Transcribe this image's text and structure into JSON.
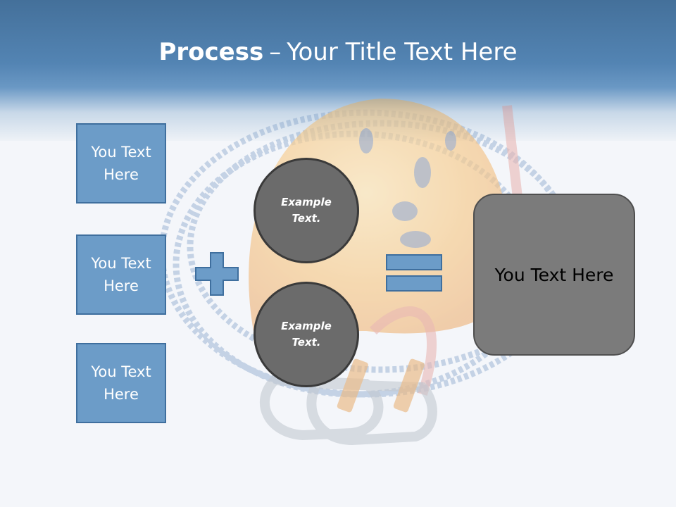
{
  "title": {
    "bold": "Process",
    "separator": "–",
    "rest": "Your Title Text Here"
  },
  "left_boxes": [
    {
      "text": "You Text Here"
    },
    {
      "text": "You Text Here"
    },
    {
      "text": "You Text Here"
    }
  ],
  "circles": [
    {
      "text": "Example Text."
    },
    {
      "text": "Example Text."
    }
  ],
  "result": {
    "text": "You Text Here"
  },
  "operators": {
    "plus_icon": "plus-icon",
    "equals_icon": "equals-icon"
  },
  "colors": {
    "header_blue": "#5384b3",
    "box_blue": "#6c9cc8",
    "circle_gray": "#6b6b6b",
    "result_gray": "#7b7b7b"
  }
}
